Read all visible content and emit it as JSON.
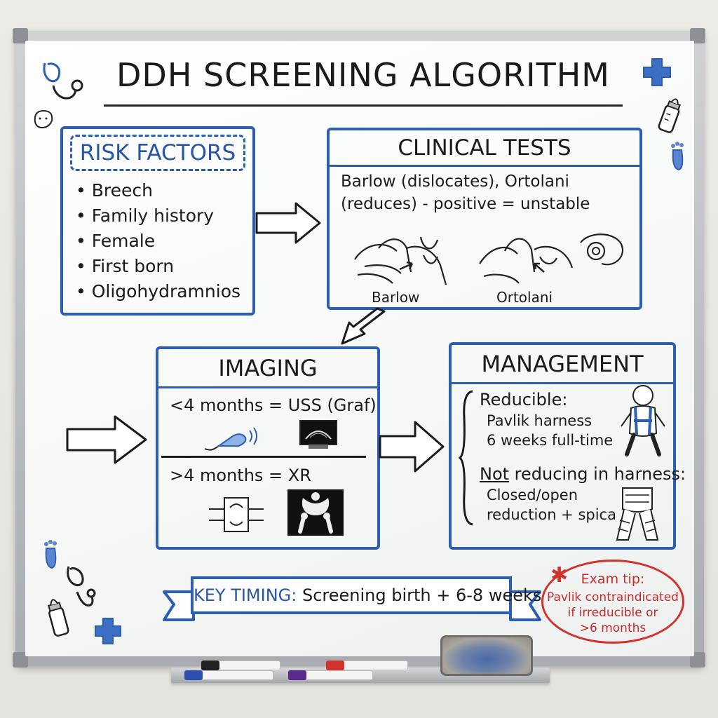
{
  "title": "DDH SCREENING ALGORITHM",
  "risk_factors": {
    "heading": "RISK FACTORS",
    "items": [
      "Breech",
      "Family history",
      "Female",
      "First born",
      "Oligohydramnios"
    ]
  },
  "clinical_tests": {
    "heading": "CLINICAL TESTS",
    "line1": "Barlow (dislocates), Ortolani",
    "line2": "(reduces) - positive = unstable",
    "barlow_caption": "Barlow",
    "ortolani_caption": "Ortolani"
  },
  "imaging": {
    "heading": "IMAGING",
    "under4": "<4 months = USS (Graf)",
    "over4": ">4 months = XR"
  },
  "management": {
    "heading": "MANAGEMENT",
    "reducible_label": "Reducible:",
    "reducible_line1": "Pavlik harness",
    "reducible_line2": "6 weeks full-time",
    "not_word": "Not",
    "not_rest": " reducing in harness:",
    "not_line1": "Closed/open",
    "not_line2": "reduction + spica"
  },
  "key_timing": {
    "label": "KEY TIMING:",
    "text": " Screening birth + 6-8 weeks"
  },
  "exam_tip": {
    "label": "Exam tip:",
    "text": "Pavlik contraindicated\nif irreducible or\n>6 months"
  },
  "colors": {
    "accent_blue": "#2c5fb0",
    "tip_red": "#d0342c",
    "ink": "#1b1b1b"
  },
  "icons": [
    "stethoscope-icon",
    "medical-cross-icon",
    "baby-bottle-icon",
    "footprint-icon",
    "ultrasound-probe-icon",
    "xray-pelvis-icon",
    "baby-harness-icon",
    "spica-cast-icon"
  ]
}
